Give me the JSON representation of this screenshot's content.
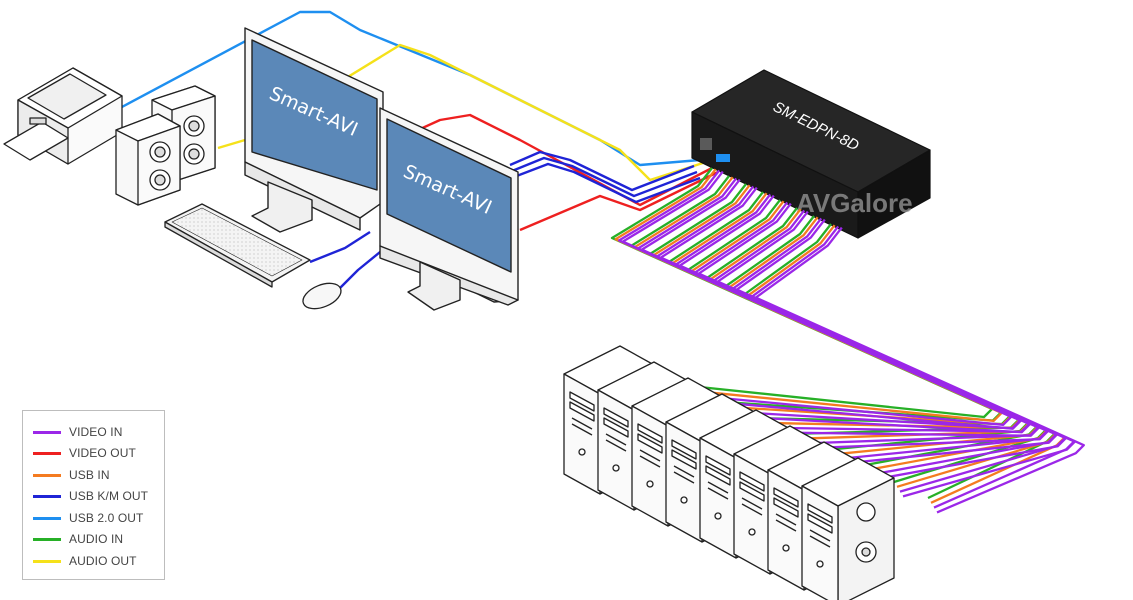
{
  "monitor_brand": "Smart-AVI",
  "kvm_model": "SM-EDPN-8D",
  "watermark": "AVGalore",
  "legend": [
    {
      "label": "VIDEO IN",
      "color": "#9b27e8"
    },
    {
      "label": "VIDEO OUT",
      "color": "#ee2020"
    },
    {
      "label": "USB IN",
      "color": "#f47b20"
    },
    {
      "label": "USB K/M OUT",
      "color": "#1f24d6"
    },
    {
      "label": "USB 2.0 OUT",
      "color": "#1e8ff0"
    },
    {
      "label": "AUDIO IN",
      "color": "#27b027"
    },
    {
      "label": "AUDIO OUT",
      "color": "#f5e11a"
    }
  ],
  "colors": {
    "video_in": "#9b27e8",
    "video_out": "#ee2020",
    "usb_in": "#f47b20",
    "usb_km_out": "#1f24d6",
    "usb20_out": "#1e8ff0",
    "audio_in": "#27b027",
    "audio_out": "#f5e11a",
    "screen": "#5b88b8",
    "kvm_body": "#1e1e1e"
  },
  "icons": [
    "printer-icon",
    "speakers-icon",
    "keyboard-icon",
    "mouse-icon",
    "monitor-icon",
    "kvm-switch-icon",
    "computer-tower-icon"
  ]
}
